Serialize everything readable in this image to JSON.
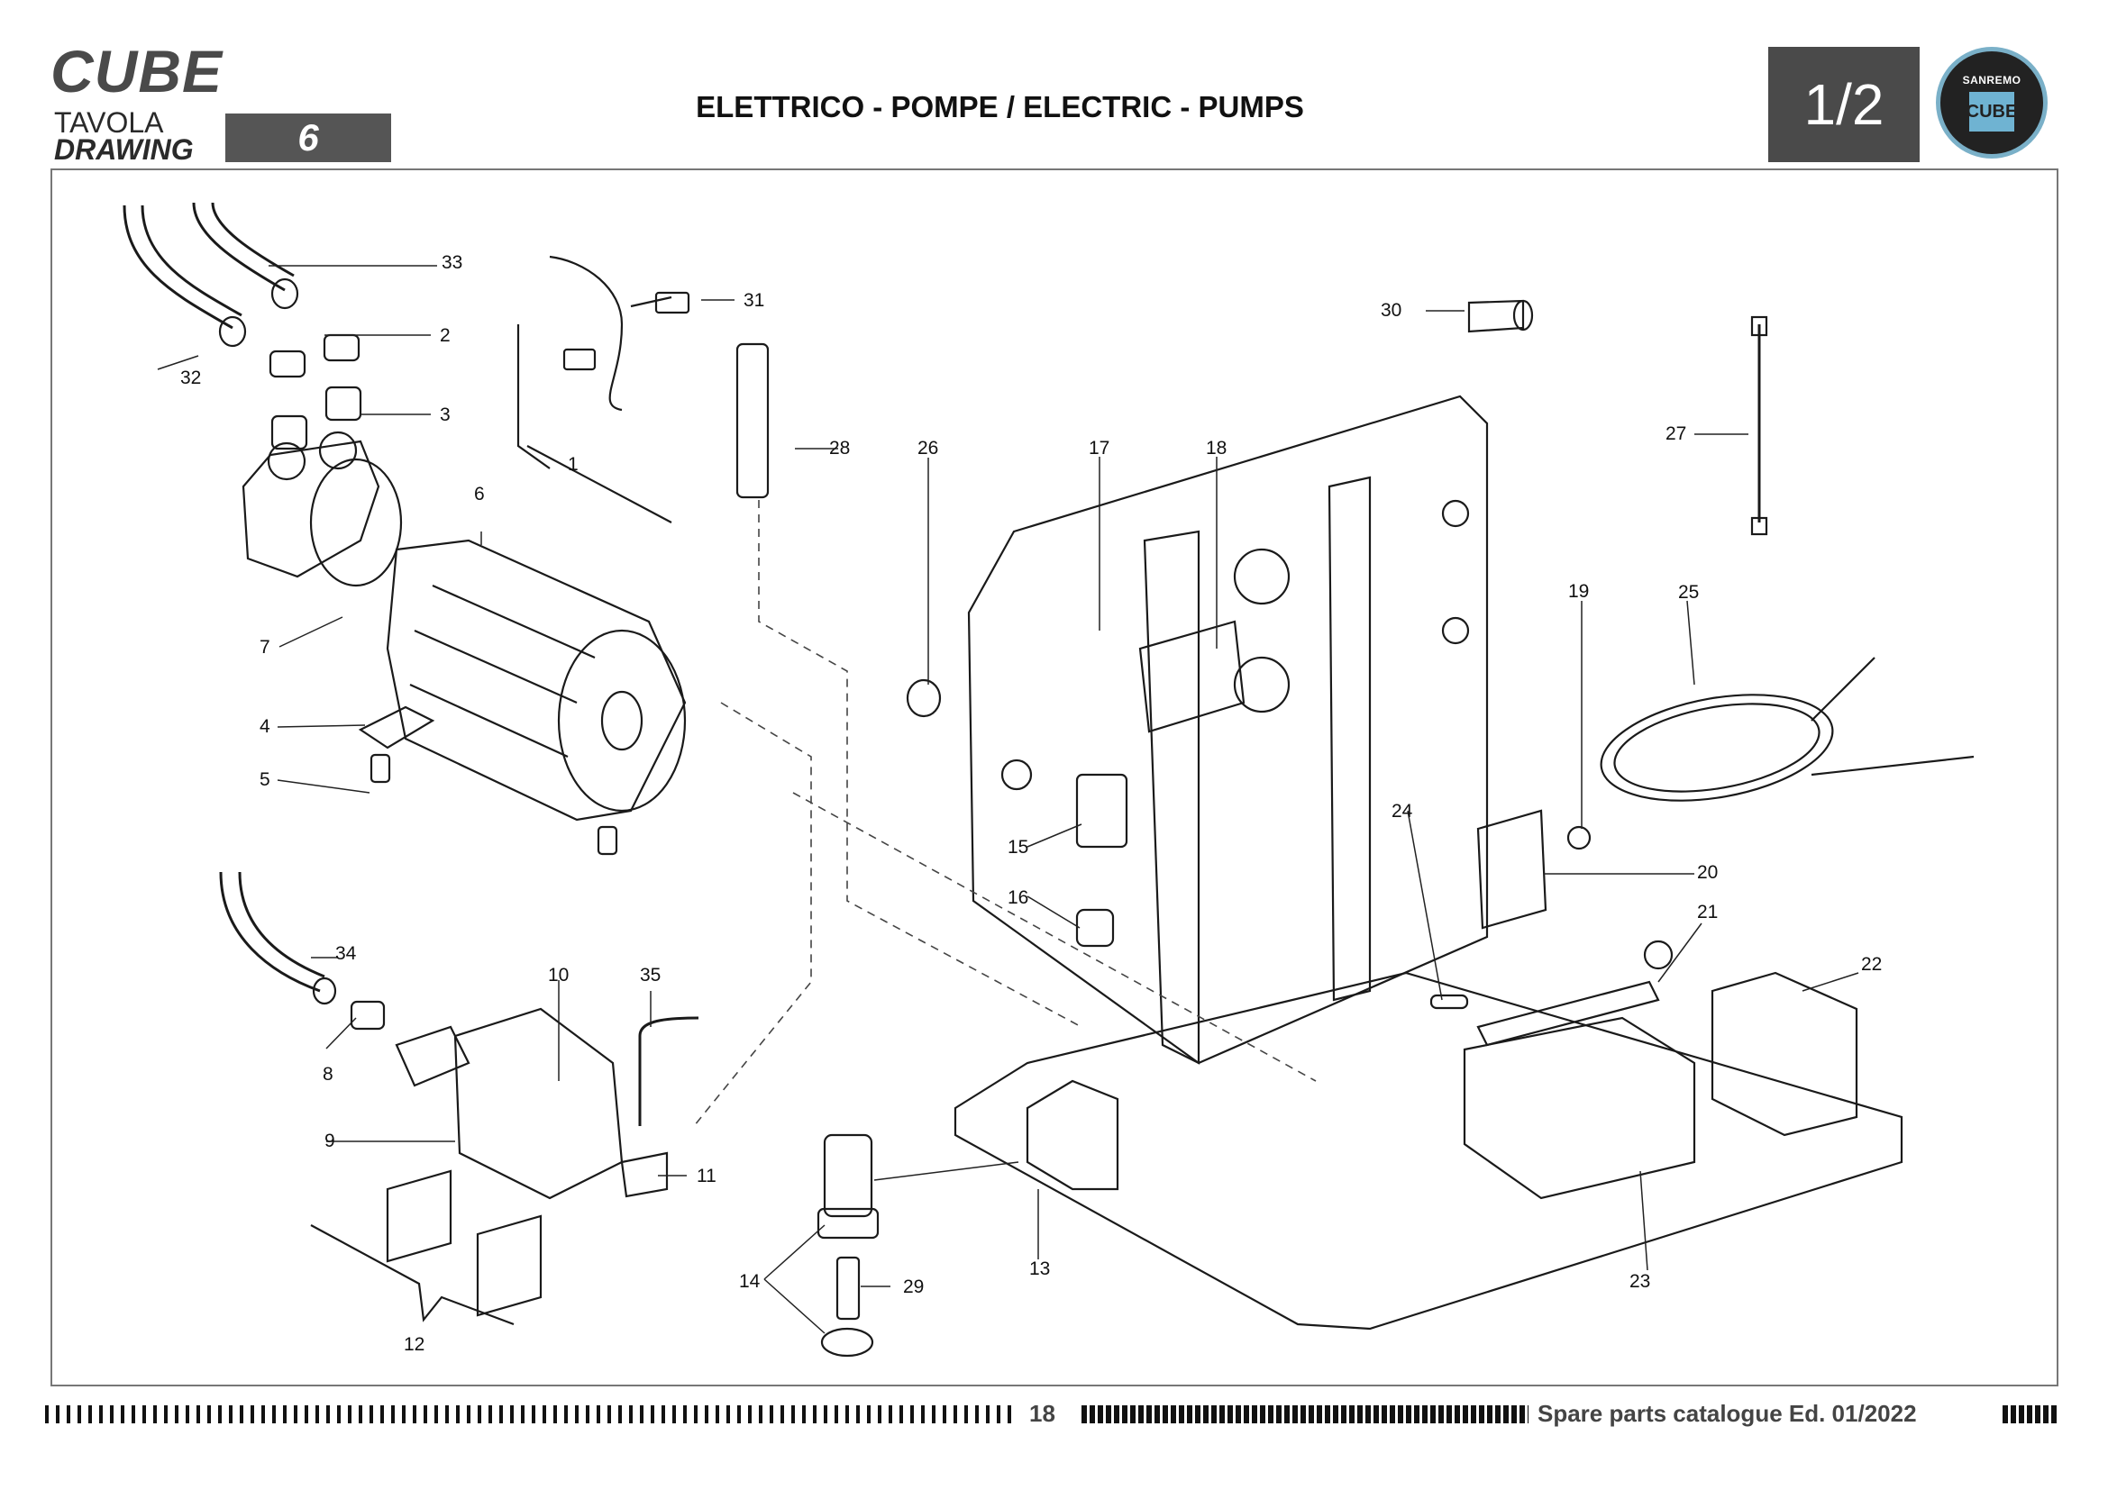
{
  "header": {
    "model": "CUBE",
    "drawing_label_it": "TAVOLA",
    "drawing_label_en": "DRAWING",
    "drawing_number": "6",
    "title": "ELETTRICO - POMPE / ELECTRIC - PUMPS",
    "sheet": "1/2",
    "logo_brand": "SANREMO",
    "logo_mark": "CUBE"
  },
  "callouts": [
    "1",
    "2",
    "3",
    "4",
    "5",
    "6",
    "7",
    "8",
    "9",
    "10",
    "11",
    "12",
    "13",
    "14",
    "15",
    "16",
    "17",
    "18",
    "19",
    "20",
    "21",
    "22",
    "23",
    "24",
    "25",
    "26",
    "27",
    "28",
    "29",
    "30",
    "31",
    "32",
    "33",
    "34",
    "35"
  ],
  "footer": {
    "page_number": "18",
    "catalogue": "Spare parts catalogue Ed. 01/2022"
  },
  "colors": {
    "header_box": "#555555",
    "logo_accent": "#6fb3d2",
    "line_art": "#1a1a1a"
  }
}
